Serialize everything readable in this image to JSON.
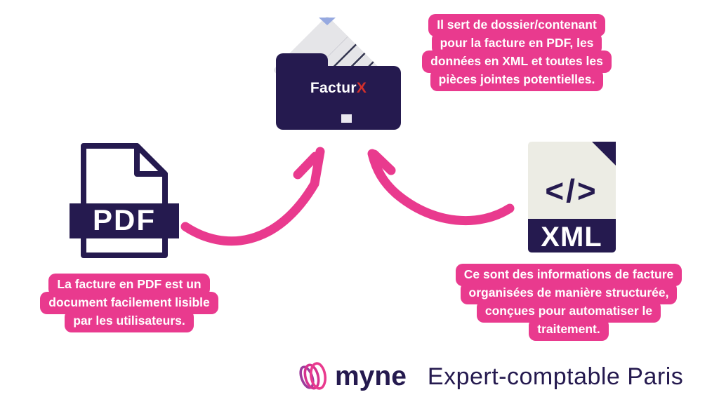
{
  "colors": {
    "pink": "#E93A8E",
    "navy": "#251A4F",
    "red": "#D2302C",
    "paper_gray": "#E5E5E8",
    "paper_stripe": "#343650",
    "notch_blue": "#96A9E0",
    "xml_page": "#ECECE4",
    "dot_gray": "#EAE8F0"
  },
  "folder": {
    "label_main": "Factur",
    "label_x": "X"
  },
  "callouts": {
    "facturx": {
      "lines": [
        "Il sert de dossier/contenant",
        "pour la facture en PDF, les",
        "données en XML et toutes les",
        "pièces jointes potentielles."
      ]
    },
    "pdf": {
      "lines": [
        "La facture en PDF est un",
        "document facilement lisible",
        "par les utilisateurs."
      ]
    },
    "xml": {
      "lines": [
        "Ce sont des informations de facture",
        "organisées de manière structurée,",
        "conçues pour automatiser le",
        "traitement."
      ]
    }
  },
  "icons": {
    "pdf_label": "PDF",
    "xml_label": "XML",
    "xml_code": "</>"
  },
  "footer": {
    "brand": "myne",
    "tagline": "Expert-comptable Paris"
  }
}
